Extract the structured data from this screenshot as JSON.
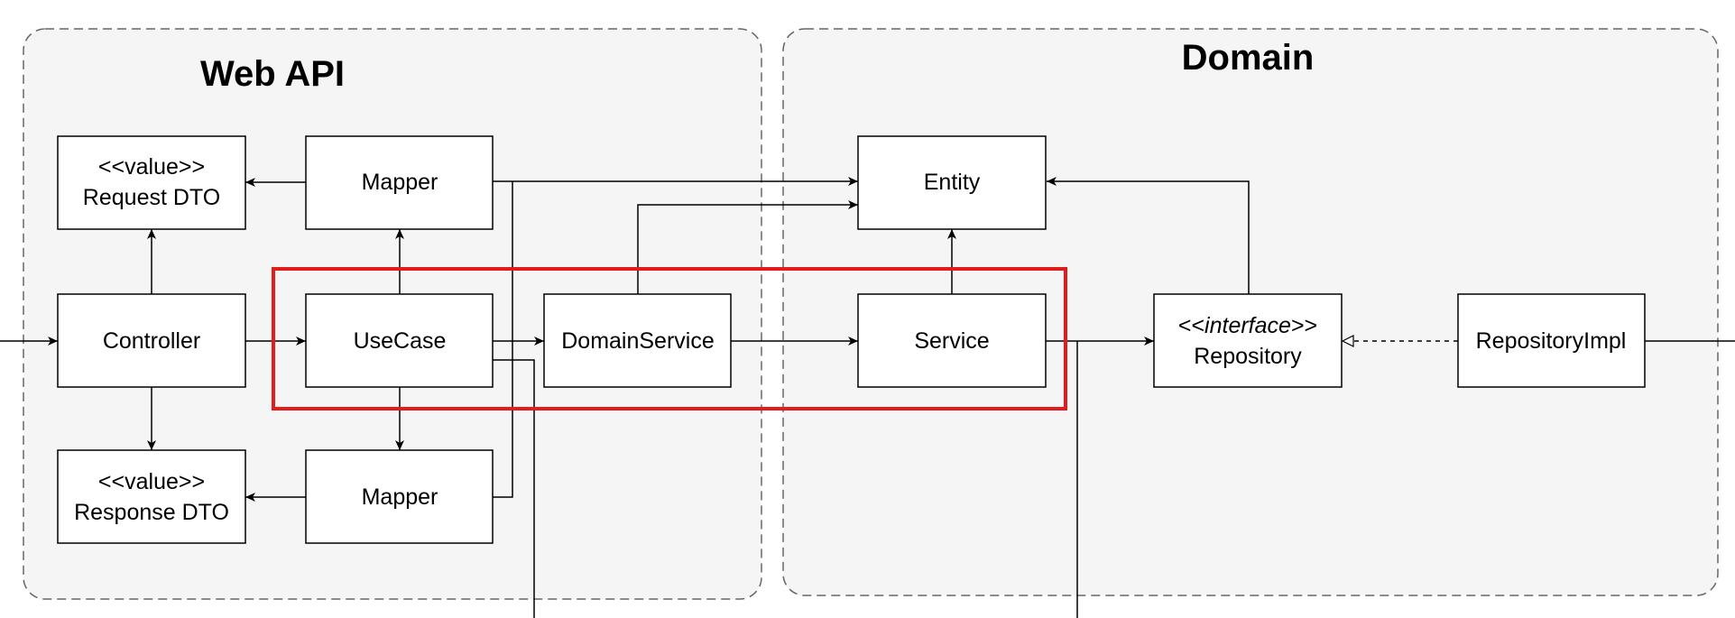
{
  "zones": {
    "web_api": {
      "title": "Web API"
    },
    "domain": {
      "title": "Domain"
    }
  },
  "nodes": {
    "request_dto": {
      "stereotype": "<<value>>",
      "label": "Request DTO"
    },
    "response_dto": {
      "stereotype": "<<value>>",
      "label": "Response DTO"
    },
    "mapper_top": {
      "label": "Mapper"
    },
    "mapper_bottom": {
      "label": "Mapper"
    },
    "controller": {
      "label": "Controller"
    },
    "usecase": {
      "label": "UseCase"
    },
    "domain_service": {
      "label": "DomainService"
    },
    "entity": {
      "label": "Entity"
    },
    "service": {
      "label": "Service"
    },
    "repository": {
      "stereotype_prefix": "<<",
      "stereotype_name": "interface",
      "stereotype_suffix": ">>",
      "label": "Repository"
    },
    "repository_impl": {
      "label": "RepositoryImpl"
    }
  },
  "colors": {
    "highlight": "#e21c1c",
    "zone_fill": "#f5f5f5",
    "zone_border": "#666666"
  }
}
